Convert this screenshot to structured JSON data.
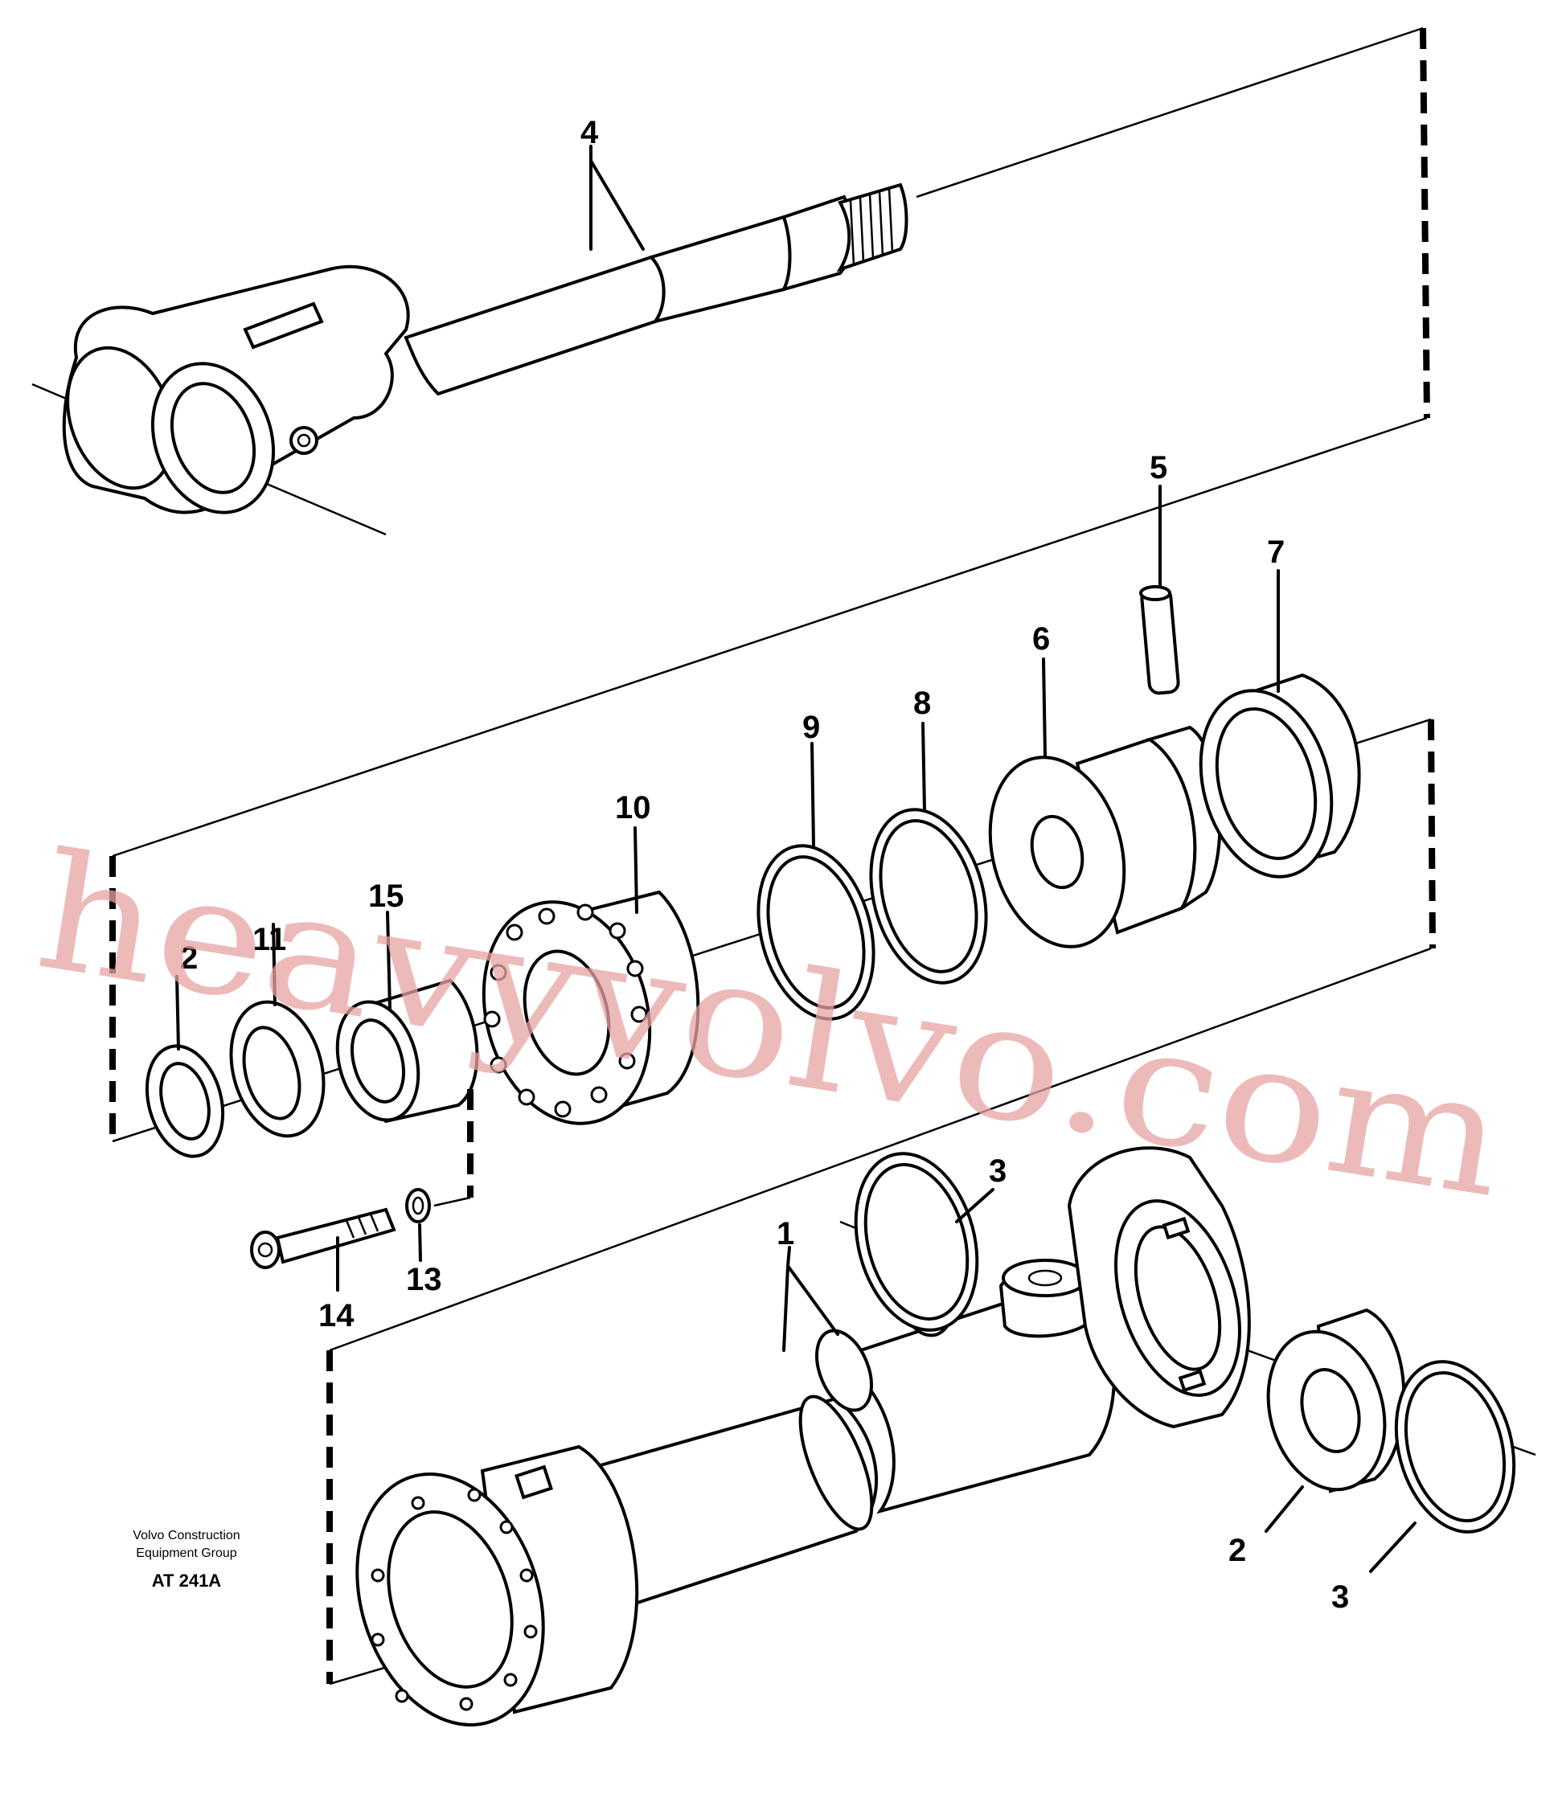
{
  "callouts": {
    "c1": "1",
    "c2a": "2",
    "c2b": "2",
    "c3a": "3",
    "c3b": "3",
    "c4": "4",
    "c5": "5",
    "c6": "6",
    "c7": "7",
    "c8": "8",
    "c9": "9",
    "c10": "10",
    "c11": "11",
    "c13": "13",
    "c14": "14",
    "c15": "15"
  },
  "caption": {
    "line1": "Volvo Construction",
    "line2": "Equipment Group",
    "code": "AT 241A"
  },
  "watermark": "heavyvolvo.com"
}
